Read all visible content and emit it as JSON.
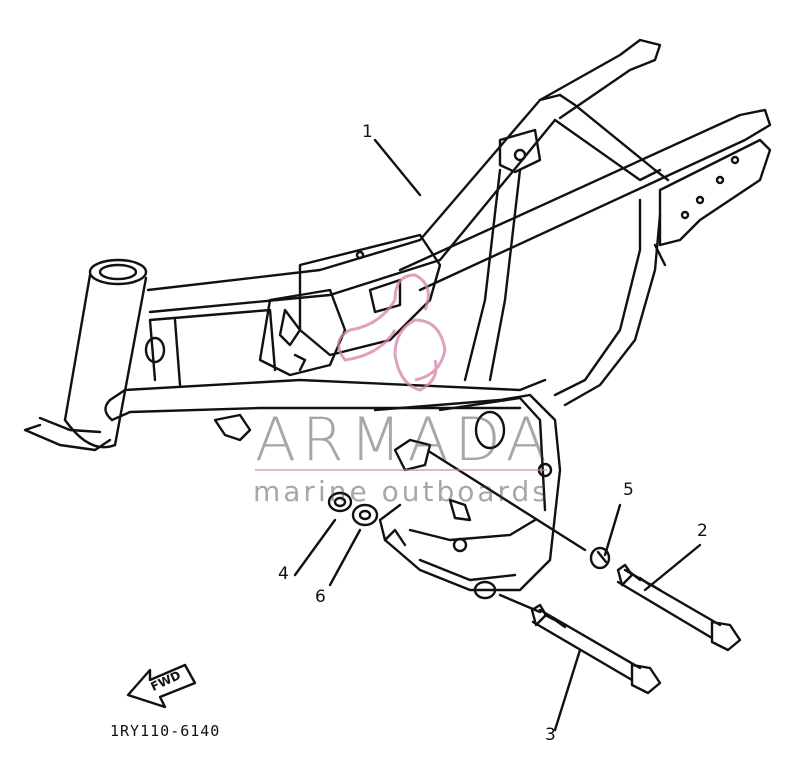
{
  "diagram": {
    "part_code": "1RY110-6140",
    "fwd_label": "FWD",
    "callouts": [
      {
        "id": "1",
        "label": "1"
      },
      {
        "id": "2",
        "label": "2"
      },
      {
        "id": "3",
        "label": "3"
      },
      {
        "id": "4",
        "label": "4"
      },
      {
        "id": "5",
        "label": "5"
      },
      {
        "id": "6",
        "label": "6"
      }
    ]
  },
  "watermark": {
    "title": "ARMADA",
    "subtitle": "marine outboards",
    "accent_color": "#d682aa"
  }
}
